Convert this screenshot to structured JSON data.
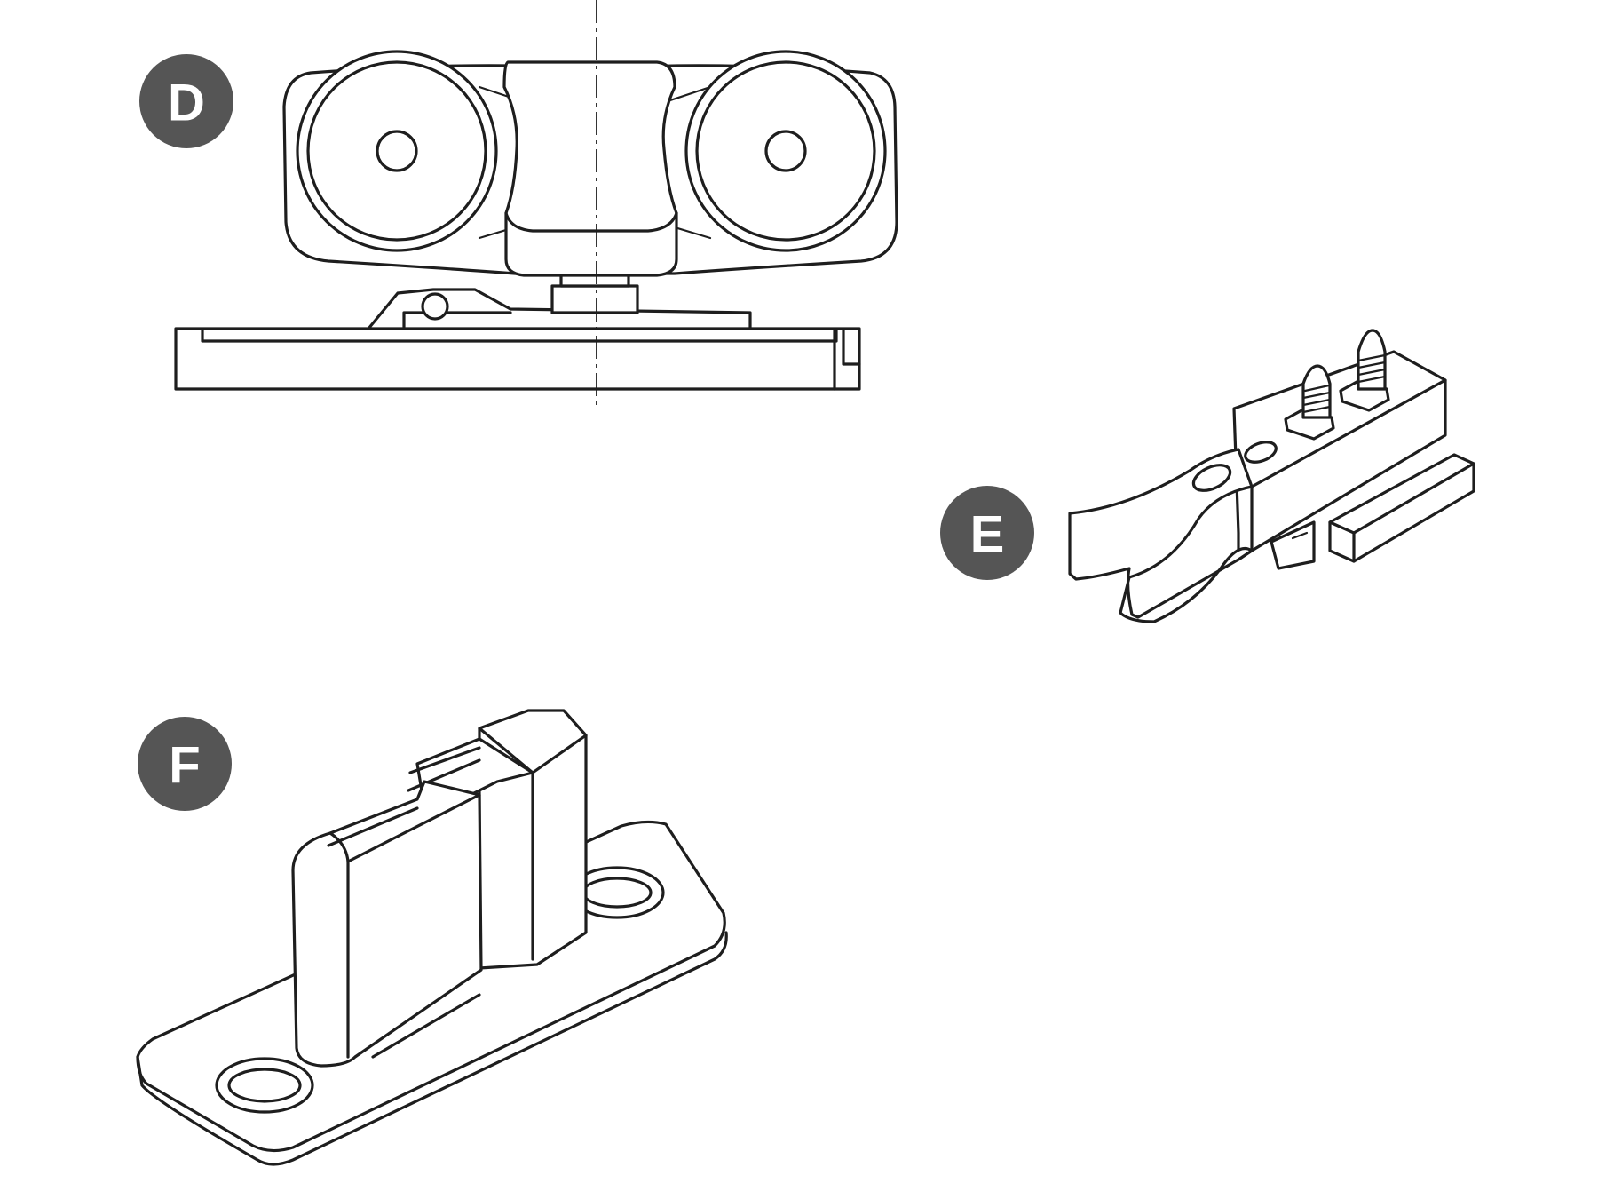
{
  "badges": {
    "d": {
      "letter": "D"
    },
    "e": {
      "letter": "E"
    },
    "f": {
      "letter": "F"
    }
  },
  "colors": {
    "badge": "#555555",
    "line": "#1e1e1e",
    "background": "#ffffff"
  }
}
